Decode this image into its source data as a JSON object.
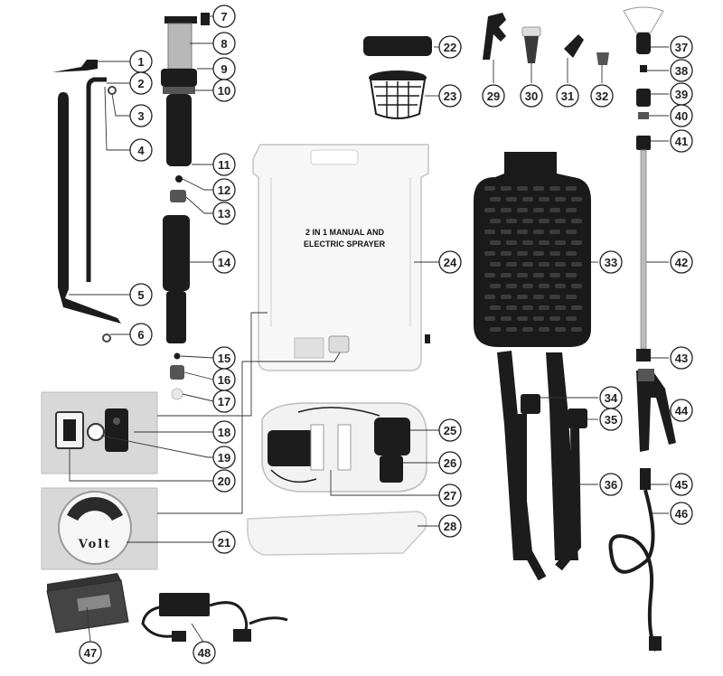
{
  "product_label": {
    "line1": "2 IN 1 MANUAL AND",
    "line2": "ELECTRIC SPRAYER"
  },
  "gauge_label": "Volt",
  "callouts": [
    "1",
    "2",
    "3",
    "4",
    "5",
    "6",
    "7",
    "8",
    "9",
    "10",
    "11",
    "12",
    "13",
    "14",
    "15",
    "16",
    "17",
    "18",
    "19",
    "20",
    "21",
    "22",
    "23",
    "24",
    "25",
    "26",
    "27",
    "28",
    "29",
    "30",
    "31",
    "32",
    "33",
    "34",
    "35",
    "36",
    "37",
    "38",
    "39",
    "40",
    "41",
    "42",
    "43",
    "44",
    "45",
    "46",
    "47",
    "48"
  ]
}
